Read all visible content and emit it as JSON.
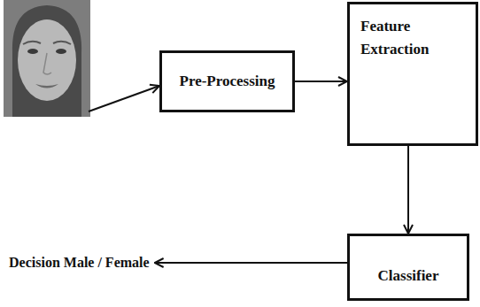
{
  "diagram": {
    "nodes": [
      {
        "text": [
          "Pre-Processing"
        ]
      },
      {
        "text": [
          "Feature Extraction"
        ]
      },
      {
        "text": [
          "Classifier"
        ]
      }
    ],
    "edges": [
      {
        "from": 0,
        "to": 1,
        "arrow": "to"
      },
      {
        "from": 1,
        "to": 2,
        "arrow": "to"
      }
    ],
    "labels": [
      "Decision Male / Female"
    ]
  }
}
